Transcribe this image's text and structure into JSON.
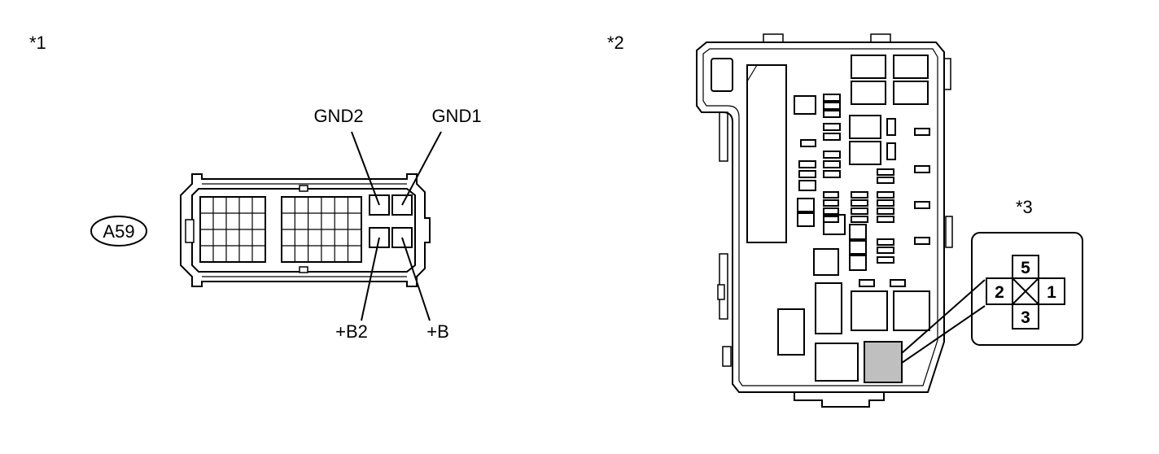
{
  "callouts": {
    "one": "*1",
    "two": "*2",
    "three": "*3"
  },
  "connector": {
    "id": "A59",
    "terminals": {
      "gnd2": "GND2",
      "gnd1": "GND1",
      "b2": "+B2",
      "b": "+B"
    }
  },
  "relay": {
    "pins": {
      "top": "5",
      "left": "2",
      "right": "1",
      "bottom": "3"
    }
  },
  "colors": {
    "line": "#000000",
    "highlight": "#bfbfbf",
    "background": "#ffffff"
  }
}
